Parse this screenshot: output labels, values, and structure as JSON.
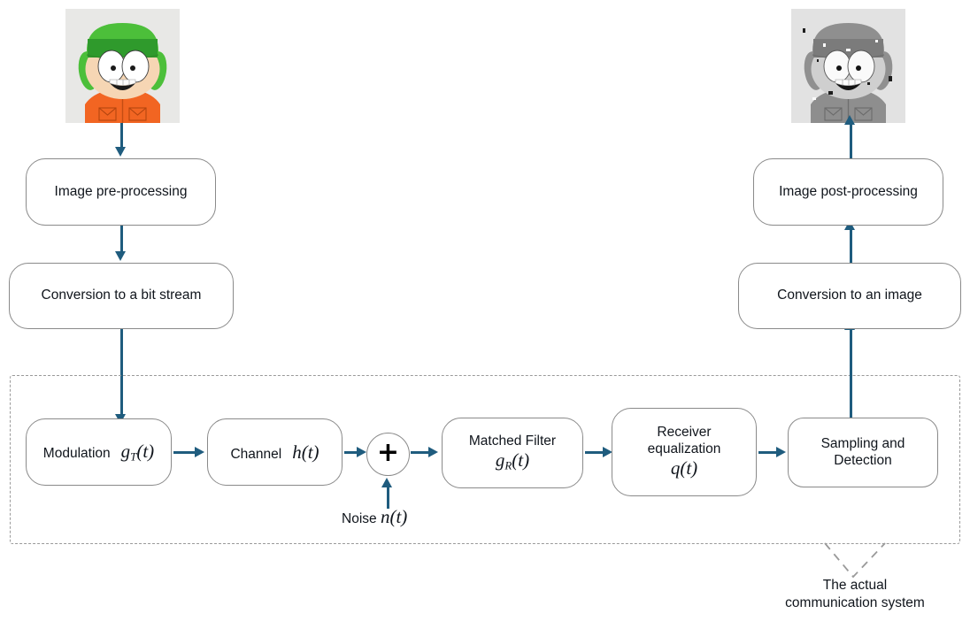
{
  "diagram": {
    "title": "Digital communication system block diagram",
    "accent_color": "#1f5c7e",
    "box_border_color": "#8a8a8a",
    "dashed_border_color": "#9a9a9a"
  },
  "images": {
    "source": {
      "name": "source-image-color",
      "description": "Color cartoon character with green hat and orange jacket"
    },
    "received": {
      "name": "received-image-grayscale",
      "description": "Grayscale noisy reconstruction of the cartoon character"
    }
  },
  "transmit_chain": {
    "preprocessing": "Image pre-processing",
    "bitstream": "Conversion to a bit stream"
  },
  "receive_chain": {
    "postprocessing": "Image post-processing",
    "to_image": "Conversion to an image"
  },
  "system": {
    "modulation": {
      "label": "Modulation",
      "math": "g",
      "sub": "T",
      "arg": "(t)"
    },
    "channel": {
      "label": "Channel",
      "math": "h",
      "sub": "",
      "arg": "(t)"
    },
    "adder": {
      "symbol": "+"
    },
    "noise": {
      "label": "Noise",
      "math": "n",
      "arg": "(t)"
    },
    "matched_filter": {
      "line1": "Matched Filter",
      "math": "g",
      "sub": "R",
      "arg": "(t)"
    },
    "equalization": {
      "line1": "Receiver",
      "line2": "equalization",
      "math": "q",
      "arg": "(t)"
    },
    "sampling": {
      "line1": "Sampling and",
      "line2": "Detection"
    }
  },
  "caption": {
    "line1": "The actual",
    "line2": "communication system"
  }
}
